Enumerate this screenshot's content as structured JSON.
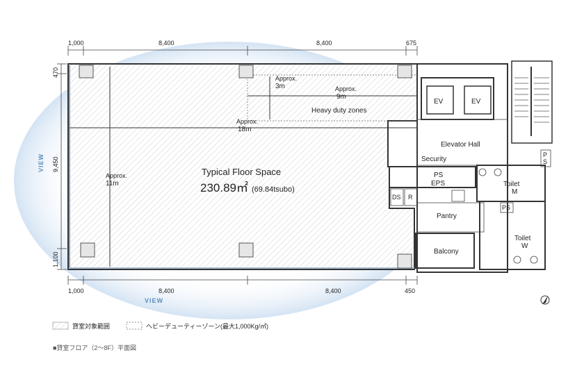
{
  "dimensions": {
    "top": [
      "1,000",
      "8,400",
      "8,400",
      "675"
    ],
    "bottom": [
      "1,000",
      "8,400",
      "8,400",
      "450"
    ],
    "left": [
      "470",
      "9,450",
      "1,100"
    ]
  },
  "view_labels": {
    "left": "VIEW",
    "bottom": "VIEW"
  },
  "floor": {
    "title": "Typical Floor Space",
    "area": "230.89㎡",
    "area_tsubo": "(69.84tsubo)"
  },
  "measures": {
    "approx": "Approx.",
    "v3": "3m",
    "h9": "9m",
    "h18": "18m",
    "v11": "11m"
  },
  "zones": {
    "heavy_duty": "Heavy duty zones"
  },
  "rooms": {
    "ev1": "EV",
    "ev2": "EV",
    "elevator_hall": "Elevator Hall",
    "security": "Security",
    "ps_eps_1": "PS",
    "ps_eps_2": "EPS",
    "ds": "DS",
    "r": "R",
    "pantry": "Pantry",
    "balcony": "Balcony",
    "toilet_m_1": "Toilet",
    "toilet_m_2": "M",
    "toilet_w_1": "Toilet",
    "toilet_w_2": "W",
    "ps_top": "P",
    "ps_top2": "S",
    "ps_small": "PS"
  },
  "legend": {
    "rental": "貸室対象範囲",
    "heavy": "ヘビーデューティーゾーン(最大1,000Kg/㎡)"
  },
  "caption": "■貸室フロア（2〜8F）平面図"
}
